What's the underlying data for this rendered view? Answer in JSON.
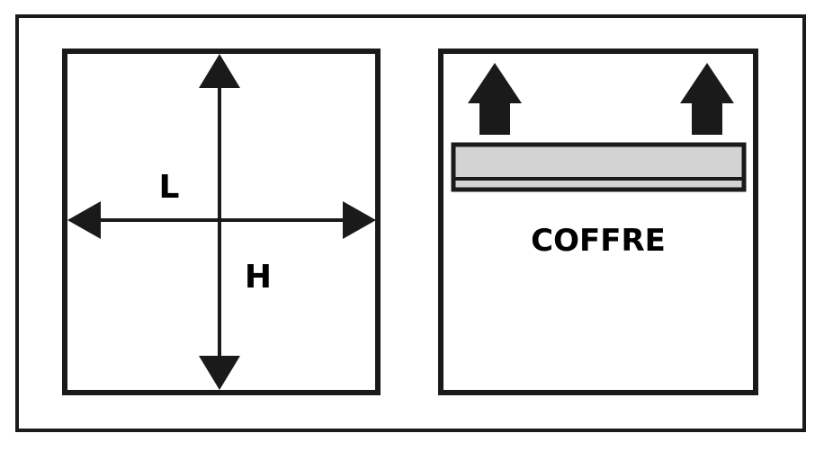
{
  "labels": {
    "width": "L",
    "height": "H",
    "box": "COFFRE"
  },
  "colors": {
    "stroke": "#1a1a1a",
    "background": "#ffffff",
    "strip_fill": "#d3d3d3"
  }
}
